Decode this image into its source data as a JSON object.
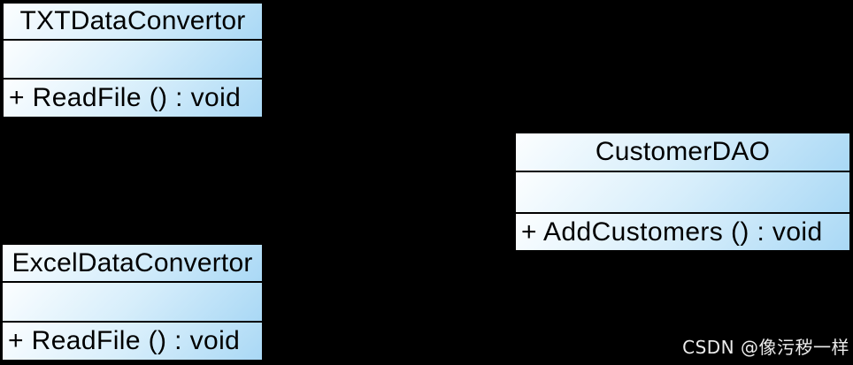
{
  "diagram": {
    "background_color": "#000000",
    "box_border_color": "#000000",
    "box_gradient_from": "#fcfeff",
    "box_gradient_to": "#a9d8f5",
    "text_color": "#000000"
  },
  "classes": [
    {
      "name": "TXTDataConvertor",
      "attributes": [],
      "methods": [
        "+ ReadFile () : void"
      ]
    },
    {
      "name": "CustomerDAO",
      "attributes": [],
      "methods": [
        "+ AddCustomers () : void"
      ]
    },
    {
      "name": "ExcelDataConvertor",
      "attributes": [],
      "methods": [
        "+ ReadFile () : void"
      ]
    }
  ],
  "watermark": {
    "text": "CSDN @像污秽一样",
    "color": "#ececec"
  }
}
